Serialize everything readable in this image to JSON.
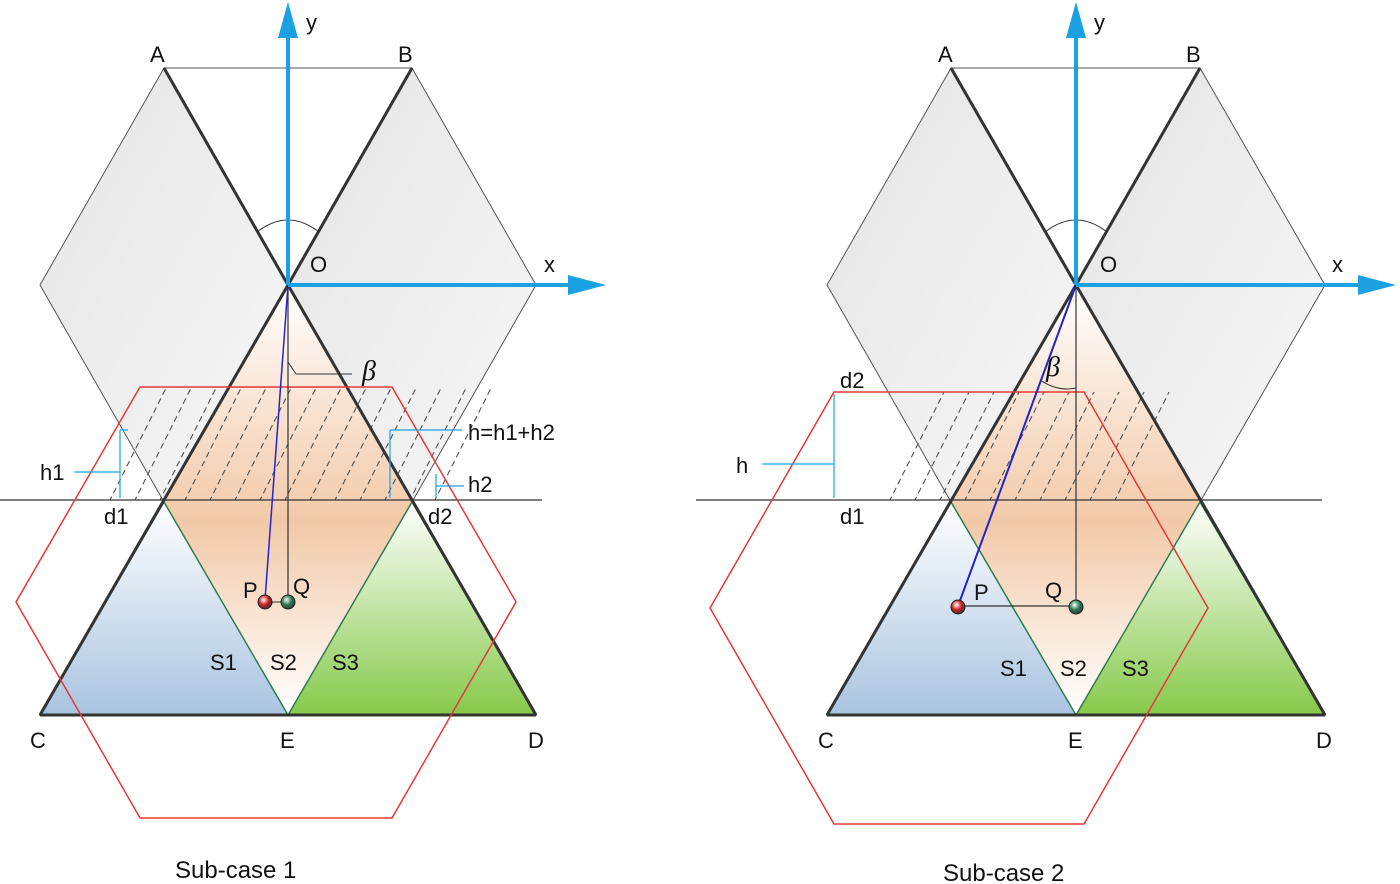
{
  "colors": {
    "axis": "#1ba1e2",
    "hexagon_outline": "#e53935",
    "blue_region": "#a9c4e0",
    "green_region": "#86c94a",
    "orange_region": "#f2c9a8",
    "gray_region": "#efefef",
    "segment_op": "#2323c8",
    "point_p": "#cc2222",
    "point_q": "#2e7d52"
  },
  "panels": [
    {
      "caption": "Sub-case 1",
      "labels": {
        "A": "A",
        "B": "B",
        "C": "C",
        "D": "D",
        "E": "E",
        "O": "O",
        "x": "x",
        "y": "y",
        "P": "P",
        "Q": "Q",
        "S1": "S1",
        "S2": "S2",
        "S3": "S3",
        "beta": "β",
        "h1": "h1",
        "h2": "h2",
        "h_sum": "h=h1+h2",
        "d1": "d1",
        "d2": "d2"
      }
    },
    {
      "caption": "Sub-case 2",
      "labels": {
        "A": "A",
        "B": "B",
        "C": "C",
        "D": "D",
        "E": "E",
        "O": "O",
        "x": "x",
        "y": "y",
        "P": "P",
        "Q": "Q",
        "S1": "S1",
        "S2": "S2",
        "S3": "S3",
        "beta": "β",
        "h": "h",
        "d1": "d1",
        "d2": "d2"
      }
    }
  ]
}
